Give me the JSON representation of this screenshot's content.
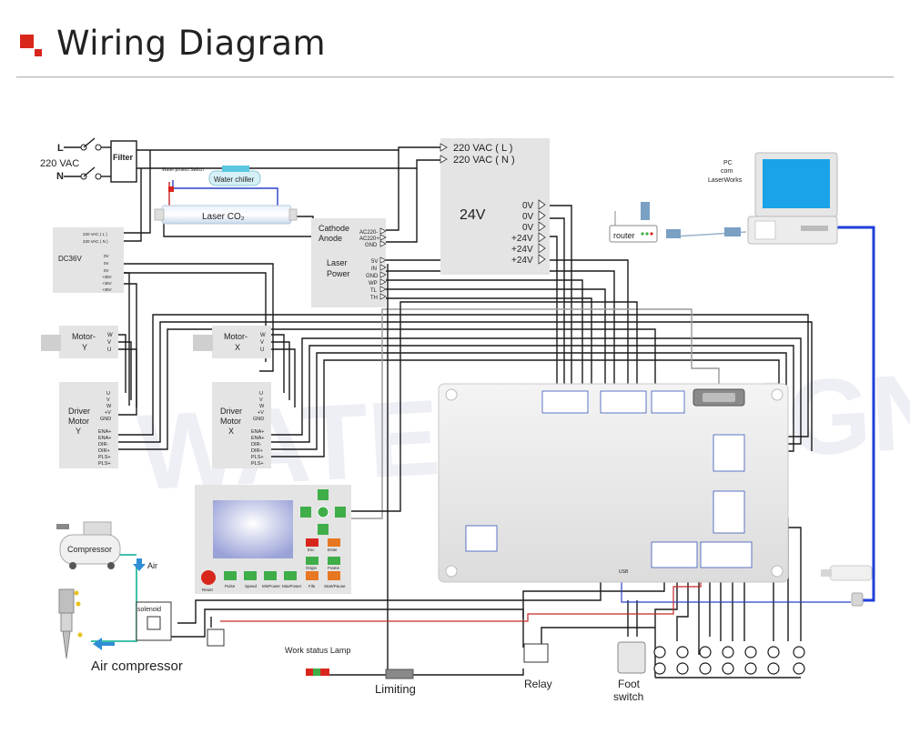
{
  "header": {
    "title": "Wiring Diagram"
  },
  "watermark": "WATETOP SIGN",
  "power_input": {
    "line": "L",
    "neutral": "N",
    "voltage": "220 VAC",
    "filter": "Filter"
  },
  "water_chiller": {
    "label": "Water chiller",
    "switch_label": "Water protect Switch"
  },
  "laser_tube": {
    "label": "Laser CO₂"
  },
  "dc36v": {
    "title": "DC36V",
    "pins": [
      "220 VAC ( L )",
      "220 VAC ( N )",
      "0V",
      "0V",
      "0V",
      "+36V",
      "+36V",
      "+36V"
    ]
  },
  "psu24": {
    "title": "24V",
    "inputs": [
      "220 VAC ( L )",
      "220 VAC ( N )"
    ],
    "outputs": [
      "0V",
      "0V",
      "0V",
      "+24V",
      "+24V",
      "+24V"
    ]
  },
  "laser_power": {
    "title_line1": "Laser",
    "title_line2": "Power",
    "hv_cathode": "Cathode",
    "hv_anode": "Anode",
    "ac_pins": [
      "AC220-",
      "AC220+",
      "GND"
    ],
    "ctrl_pins": [
      "5V",
      "IN",
      "GND",
      "WP",
      "TL",
      "TH"
    ]
  },
  "motor_y": {
    "label_line1": "Motor-",
    "label_line2": "Y",
    "pins": [
      "W",
      "V",
      "U"
    ]
  },
  "motor_x": {
    "label_line1": "Motor-",
    "label_line2": "X",
    "pins": [
      "W",
      "V",
      "U"
    ]
  },
  "driver_y": {
    "label_line1": "Driver",
    "label_line2": "Motor",
    "label_line3": "Y",
    "pins": [
      "U",
      "V",
      "W",
      "+V",
      "GND",
      "ENA+",
      "ENA+",
      "DIR-",
      "DIR+",
      "PLS+",
      "PLS+"
    ]
  },
  "driver_x": {
    "label_line1": "Driver",
    "label_line2": "Motor",
    "label_line3": "X",
    "pins": [
      "U",
      "V",
      "W",
      "+V",
      "GND",
      "ENA+",
      "ENA+",
      "DIR-",
      "DIR+",
      "PLS+",
      "PLS+"
    ]
  },
  "control_panel": {
    "buttons": [
      "Esc",
      "Enter",
      "Origin",
      "Frame",
      "Reset",
      "Pulse",
      "Speed",
      "MinPower",
      "MaxPower",
      "File",
      "Start/Pause"
    ]
  },
  "pc": {
    "label_line1": "PC",
    "label_line2": "com",
    "label_line3": "LaserWorks"
  },
  "router": {
    "label": "router"
  },
  "compressor": {
    "label": "Compressor",
    "air": "Air",
    "caption": "Air compressor",
    "solenoid": "solenoid"
  },
  "status_lamp": {
    "label": "Work status Lamp"
  },
  "limiting": {
    "label": "Limiting"
  },
  "relay": {
    "label": "Relay"
  },
  "foot_switch": {
    "label_line1": "Foot",
    "label_line2": "switch"
  },
  "controller": {
    "usb": "USB"
  },
  "colors": {
    "accent": "#d9261c",
    "wire": "#1a1a1a",
    "usb_wire": "#1e3fd8",
    "screen": "#1aa3e8",
    "module": "#e4e4e4"
  }
}
